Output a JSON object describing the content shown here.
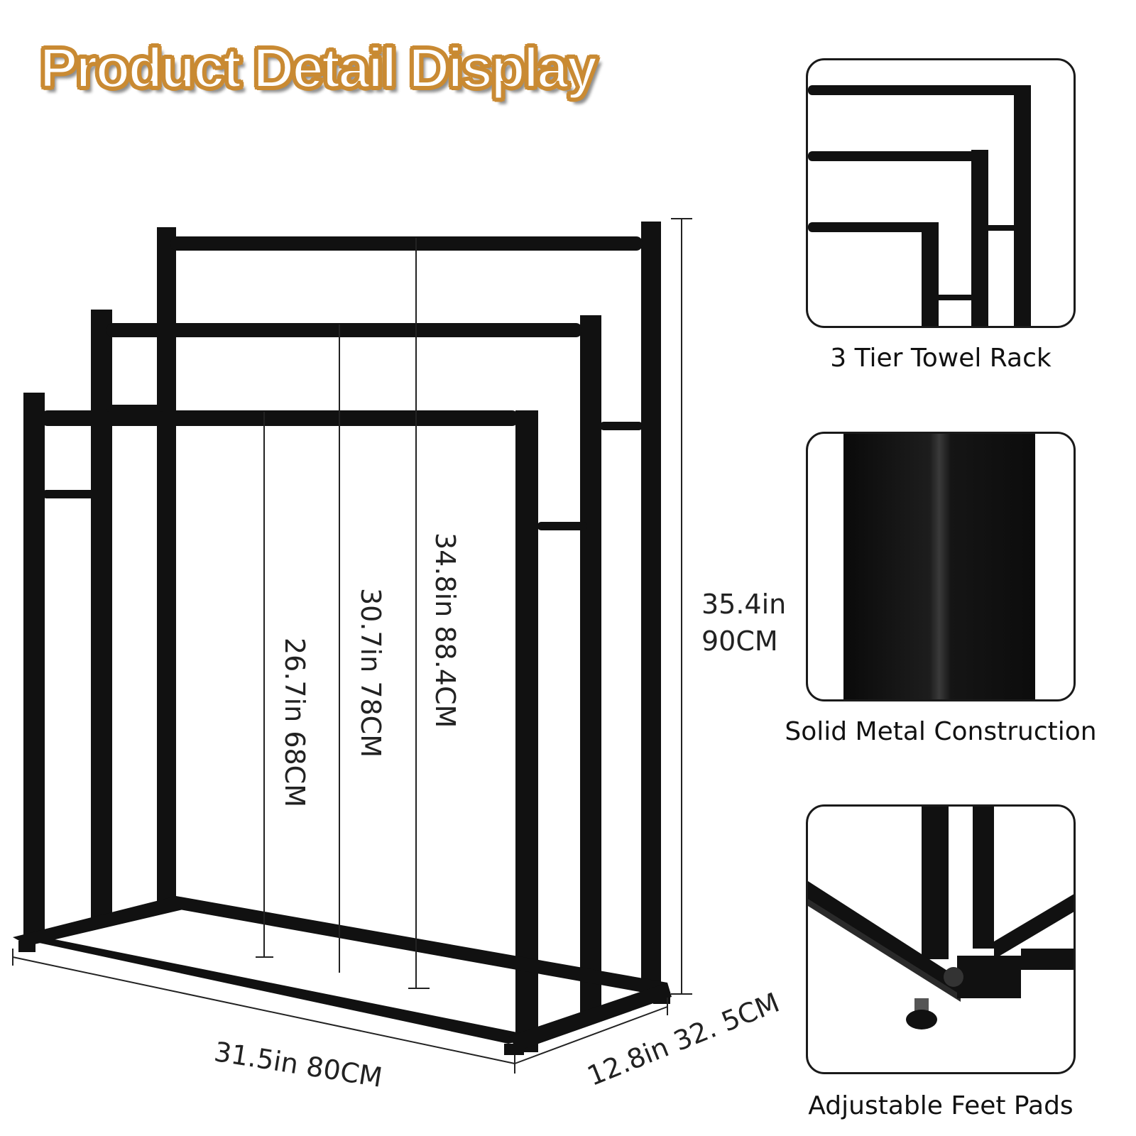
{
  "header": {
    "title": "Product Detail Display"
  },
  "dimensions": {
    "top_rail_height": "34.8in  88.4CM",
    "middle_rail_height": "30.7in  78CM",
    "front_rail_height": "26.7in 68CM",
    "overall_height_in": "35.4in",
    "overall_height_cm": "90CM",
    "width": "31.5in  80CM",
    "depth": "12.8in 32. 5CM"
  },
  "features": [
    {
      "caption": "3 Tier Towel Rack"
    },
    {
      "caption": "Solid Metal Construction"
    },
    {
      "caption": "Adjustable Feet Pads"
    }
  ],
  "colors": {
    "frame": "#111111",
    "title_outline": "#c98a33",
    "title_fill": "#ffffff"
  }
}
